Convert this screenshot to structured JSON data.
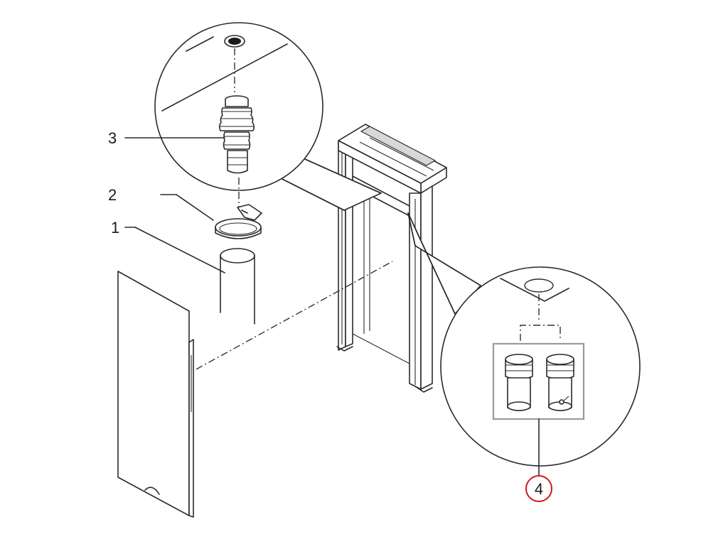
{
  "callouts": [
    {
      "id": "1",
      "label": "1"
    },
    {
      "id": "2",
      "label": "2"
    },
    {
      "id": "3",
      "label": "3"
    },
    {
      "id": "4",
      "label": "4",
      "highlighted": true
    }
  ],
  "colors": {
    "line": "#2a2a2a",
    "highlight_circle": "#d0191d",
    "group_box": "#9a9a9a",
    "background": "#ffffff"
  }
}
